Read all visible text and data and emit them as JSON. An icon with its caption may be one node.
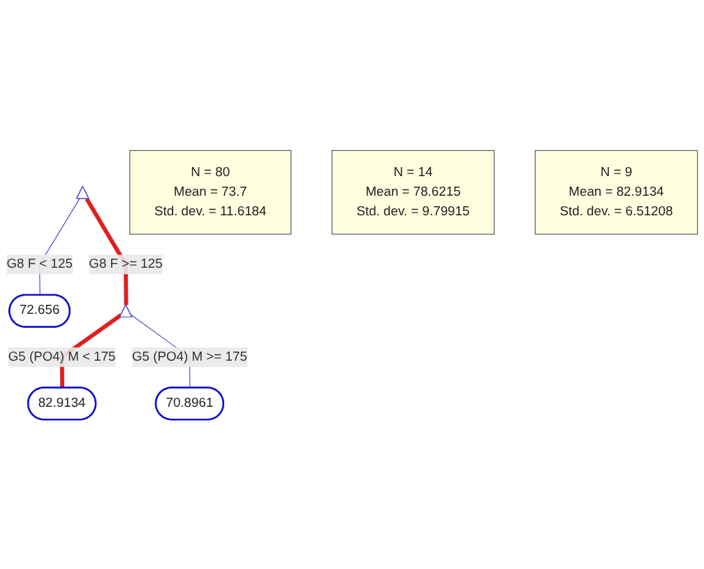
{
  "diagram": {
    "nodes": [
      {
        "text": [],
        "shape": "triangle"
      },
      {
        "text": [
          "72.656"
        ]
      },
      {
        "text": [],
        "shape": "triangle"
      },
      {
        "text": [
          "82.9134"
        ]
      },
      {
        "text": [
          "70.8961"
        ]
      },
      {
        "text": [
          "N = 80",
          "Mean = 73.7",
          "Std. dev. = 11.6184"
        ]
      },
      {
        "text": [
          "N = 14",
          "Mean = 78.6215",
          "Std. dev. = 9.79915"
        ]
      },
      {
        "text": [
          "N = 9",
          "Mean = 82.9134",
          "Std. dev. = 6.51208"
        ]
      }
    ],
    "edges": [
      {
        "from": 0,
        "to": 1,
        "arrow": "none",
        "label": "G8 F < 125"
      },
      {
        "from": 0,
        "to": 2,
        "arrow": "none",
        "label": "G8 F >= 125",
        "style": "thick",
        "color": "#e02020"
      },
      {
        "from": 2,
        "to": 3,
        "arrow": "none",
        "label": "G5 (PO4) M < 175",
        "style": "thick",
        "color": "#e02020"
      },
      {
        "from": 2,
        "to": 4,
        "arrow": "none",
        "label": "G5 (PO4) M >= 175"
      }
    ]
  }
}
